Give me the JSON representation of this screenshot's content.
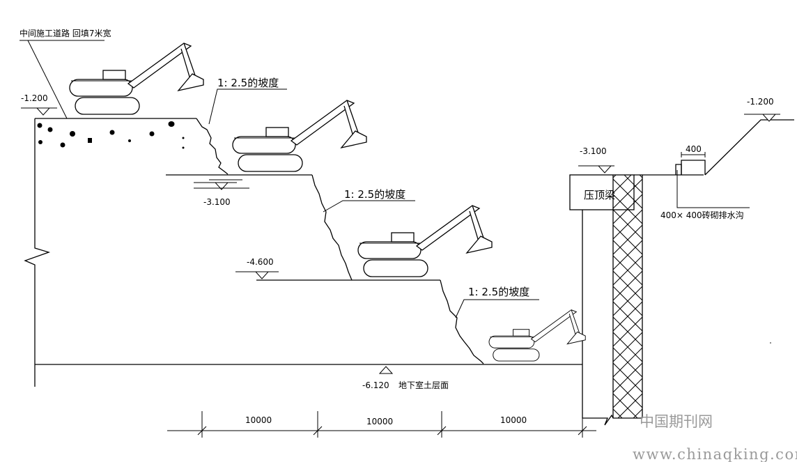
{
  "labels": {
    "road_note": "中间施工道路 回填7米宽",
    "slope_top": "1: 2.5的坡度",
    "slope_mid": "1: 2.5的坡度",
    "slope_low": "1: 2.5的坡度",
    "cap_beam": "压顶梁",
    "ditch_note": "400× 400砖砌排水沟",
    "ditch_width": "400",
    "floor_note": "地下室土层面"
  },
  "elevations": {
    "top_left": "-1.200",
    "bench1": "-3.100",
    "bench2": "-4.600",
    "bottom": "-6.120",
    "right_inner": "-3.100",
    "right_outer": "-1.200"
  },
  "dimensions": [
    "10000",
    "10000",
    "10000"
  ],
  "watermark": {
    "name": "中国期刊网",
    "url": "www.chinaqking.com"
  }
}
